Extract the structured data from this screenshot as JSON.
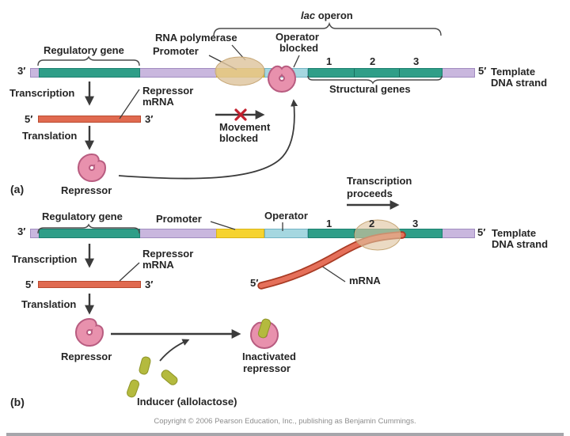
{
  "figure": {
    "panel_a": {
      "tag": "(a)",
      "lac_operon": {
        "italic": "lac",
        "rest": " operon"
      },
      "labels": {
        "rna_polymerase": "RNA polymerase",
        "promoter": "Promoter",
        "regulatory_gene": "Regulatory gene",
        "operator_blocked_1": "Operator",
        "operator_blocked_2": "blocked",
        "structural_genes": "Structural genes",
        "transcription": "Transcription",
        "translation": "Translation",
        "repressor_mrna_1": "Repressor",
        "repressor_mrna_2": "mRNA",
        "movement_1": "Movement",
        "movement_2": "blocked",
        "repressor": "Repressor",
        "template_1": "Template",
        "template_2": "DNA strand"
      },
      "strand": {
        "left_end": "3′",
        "right_end": "5′",
        "gene_numbers": [
          "1",
          "2",
          "3"
        ]
      },
      "mrna": {
        "left_end": "5′",
        "right_end": "3′"
      }
    },
    "panel_b": {
      "tag": "(b)",
      "labels": {
        "regulatory_gene": "Regulatory gene",
        "promoter": "Promoter",
        "operator": "Operator",
        "transcription_proceeds_1": "Transcription",
        "transcription_proceeds_2": "proceeds",
        "transcription": "Transcription",
        "translation": "Translation",
        "repressor_mrna_1": "Repressor",
        "repressor_mrna_2": "mRNA",
        "repressor": "Repressor",
        "mrna": "mRNA",
        "inactivated_1": "Inactivated",
        "inactivated_2": "repressor",
        "inducer": "Inducer (allolactose)",
        "template_1": "Template",
        "template_2": "DNA strand"
      },
      "strand": {
        "left_end": "3′",
        "right_end": "5′",
        "gene_numbers": [
          "1",
          "2",
          "3"
        ]
      },
      "mrna": {
        "left_end": "5′",
        "right_end": "3′",
        "curve_5prime": "5′"
      }
    },
    "footer": {
      "copyright": "Copyright © 2006 Pearson Education, Inc., publishing as Benjamin Cummings."
    },
    "colors": {
      "dna_backbone": "#c9b7de",
      "gene_segment": "#2f9e88",
      "promoter_segment": "#f6d32f",
      "operator_segment": "#a5d7e0",
      "rna_polymerase": "#dec49e",
      "repressor": "#e891ad",
      "mrna": "#e06a50",
      "inducer": "#b4ba3e",
      "blocked_x": "#c2202e",
      "arrow": "#3b3b3b"
    }
  }
}
